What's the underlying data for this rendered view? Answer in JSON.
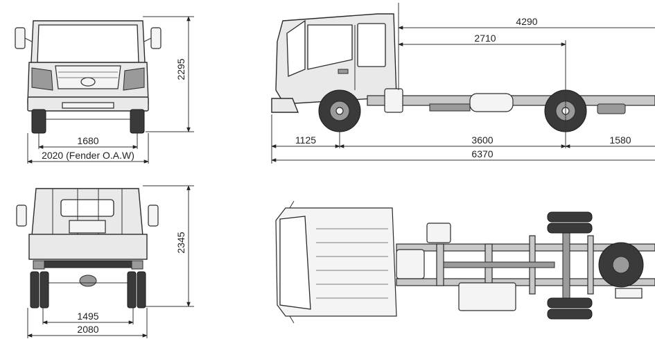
{
  "front_view": {
    "height_label": "2295",
    "track_label": "1680",
    "width_label": "2020 (Fender O.A.W)"
  },
  "side_view": {
    "rear_overhang_from_cab_label": "4290",
    "cab_to_axle_label": "2710",
    "front_overhang_label": "1125",
    "wheelbase_label": "3600",
    "rear_overhang_label": "1580",
    "overall_length_label": "6370"
  },
  "rear_view": {
    "height_label": "2345",
    "track_label": "1495",
    "width_label": "2080"
  }
}
